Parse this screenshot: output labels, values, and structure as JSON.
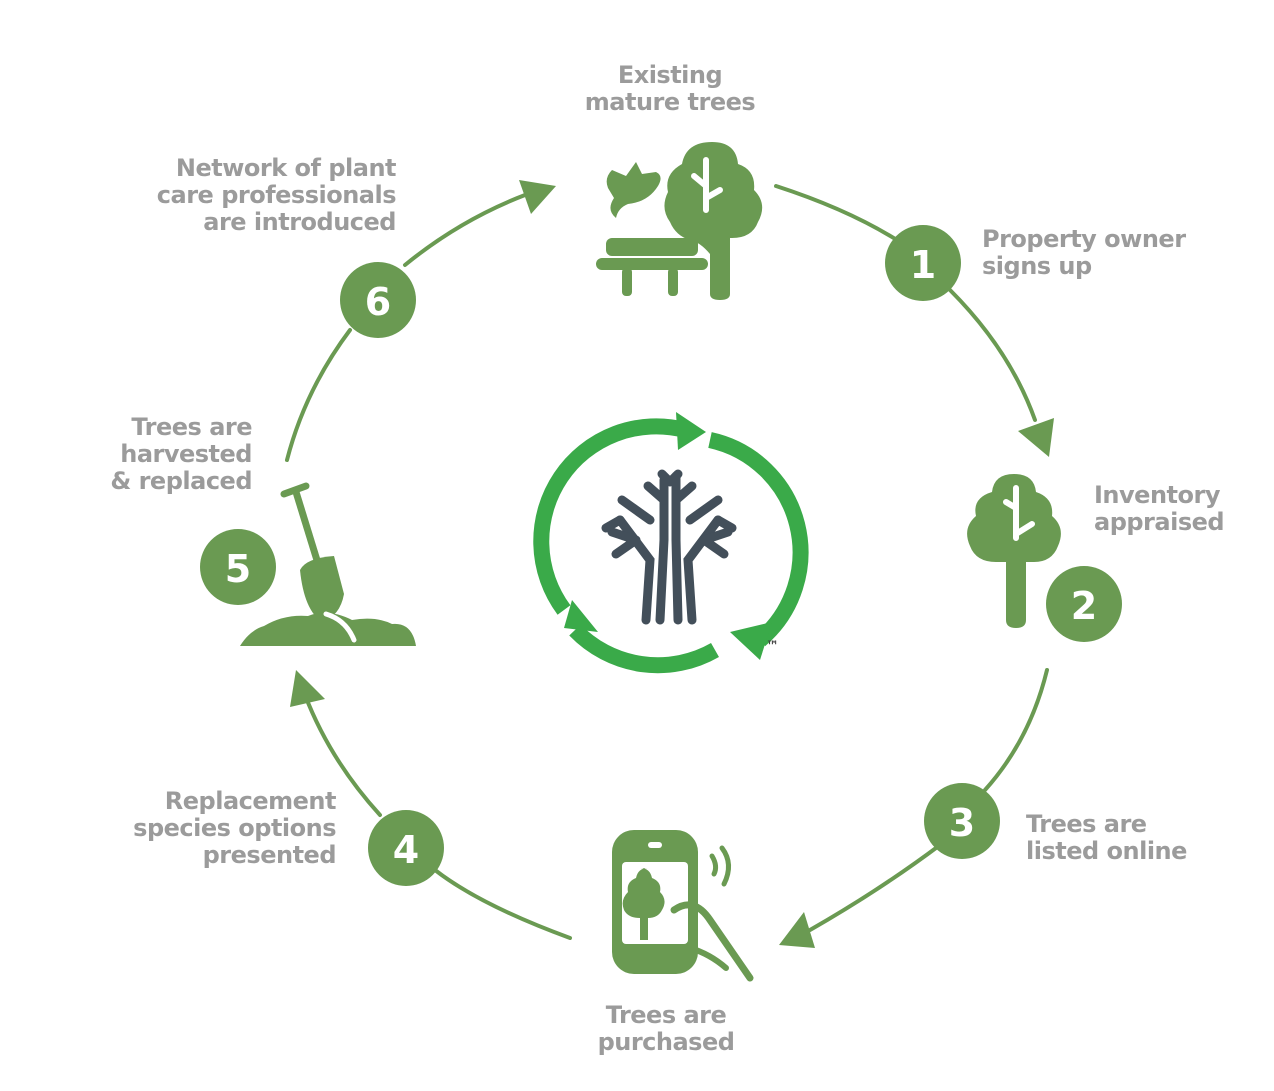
{
  "title": "Tree lifecycle marketplace cycle",
  "colors": {
    "accent_green": "#6a9a52",
    "logo_green": "#3aaa49",
    "logo_tree": "#434f5a",
    "label_gray": "#9b9b9b"
  },
  "center_logo": {
    "icon": "recycling-tree-logo",
    "trademark": "™"
  },
  "start": {
    "icon": "park-bench-tree-icon",
    "lines": [
      "Existing",
      "mature trees"
    ]
  },
  "steps": [
    {
      "number": "1",
      "lines": [
        "Property owner",
        "signs up"
      ]
    },
    {
      "number": "2",
      "lines": [
        "Inventory",
        "appraised"
      ],
      "icon": "tree-icon"
    },
    {
      "number": "3",
      "lines": [
        "Trees are",
        "listed online"
      ]
    },
    {
      "number": "4",
      "lines": [
        "Replacement",
        "species options",
        "presented"
      ]
    },
    {
      "number": "5",
      "lines": [
        "Trees are",
        "harvested",
        "& replaced"
      ],
      "icon": "shovel-soil-icon"
    },
    {
      "number": "6",
      "lines": [
        "Network of plant",
        "care professionals",
        "are introduced"
      ]
    }
  ],
  "purchase": {
    "icon": "phone-hand-tree-icon",
    "lines": [
      "Trees are",
      "purchased"
    ]
  }
}
